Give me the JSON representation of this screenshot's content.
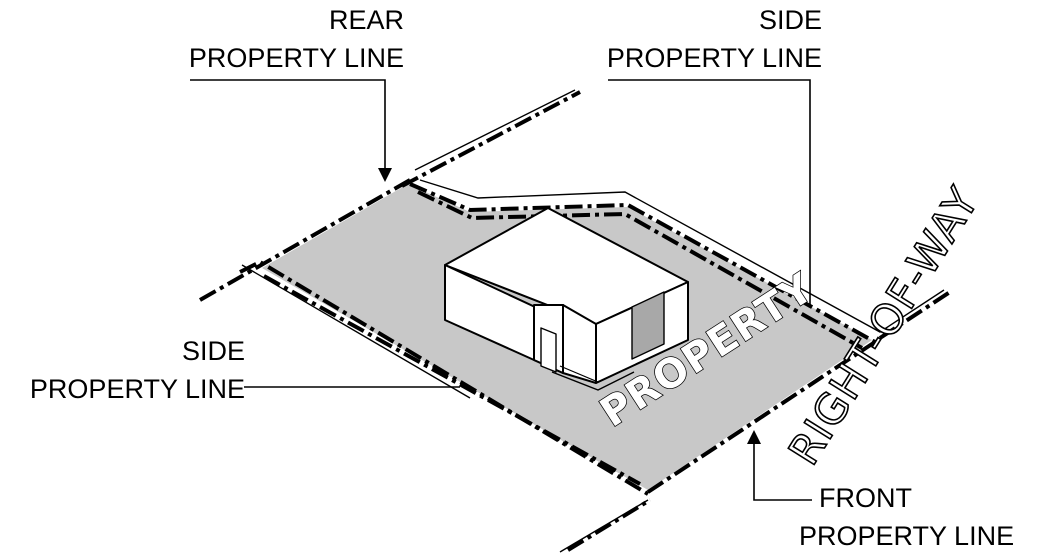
{
  "labels": {
    "rear": [
      "REAR",
      "PROPERTY LINE"
    ],
    "side_top": [
      "SIDE",
      "PROPERTY LINE"
    ],
    "side_left": [
      "SIDE",
      "PROPERTY LINE"
    ],
    "front": [
      "FRONT",
      "PROPERTY  LINE"
    ]
  },
  "lot_text": "PROPERTY",
  "road_text": "RIGHT-OF-WAY",
  "colors": {
    "lot_fill": "#c8c8c8",
    "line": "#000000",
    "building_wall": "#ffffff",
    "garage_door": "#a8a8a8"
  }
}
